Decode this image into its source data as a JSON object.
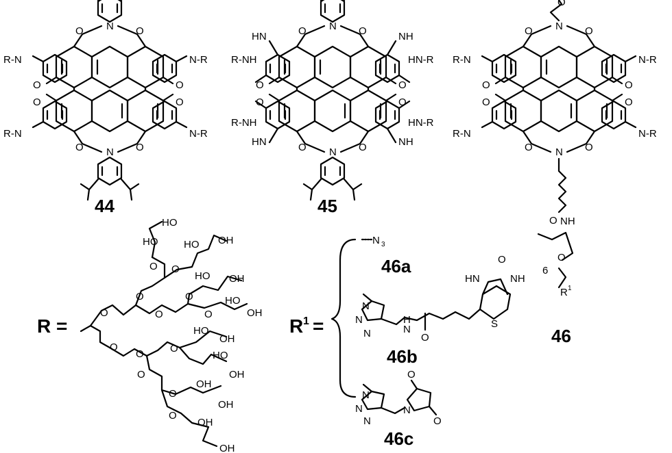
{
  "compounds": {
    "c44": {
      "label": "44"
    },
    "c45": {
      "label": "45"
    },
    "c46": {
      "label": "46"
    }
  },
  "variants": {
    "a": {
      "label": "46a",
      "group": "N",
      "sub": "3"
    },
    "b": {
      "label": "46b"
    },
    "c": {
      "label": "46c"
    }
  },
  "definitions": {
    "r_label": "R =",
    "r1_label": "R",
    "r1_sup": "1",
    "r1_eq": "="
  },
  "atoms": {
    "O": "O",
    "N": "N",
    "H": "H",
    "S": "S",
    "NH": "NH",
    "HN": "HN",
    "OH": "OH",
    "HO": "HO",
    "R": "R",
    "Rn": "R-N",
    "NR": "N-R",
    "RNH": "R-NH",
    "HNR": "HN-R",
    "R1": "R",
    "one": "1",
    "six": "6"
  }
}
